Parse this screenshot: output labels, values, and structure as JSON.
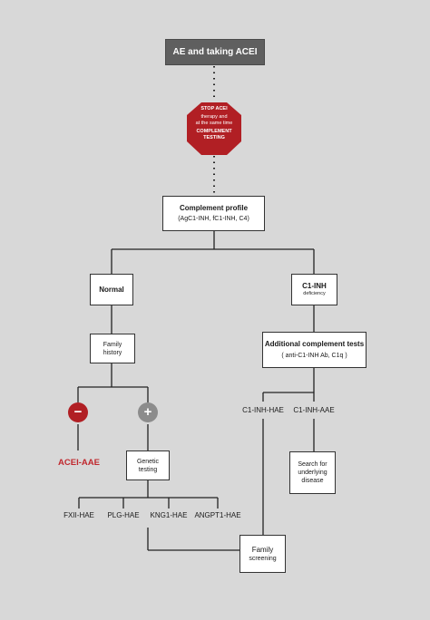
{
  "colors": {
    "background": "#d8d8d8",
    "header_fill": "#5f5f5f",
    "stop_octagon": "#b11f24",
    "minus_circle": "#b11f24",
    "plus_circle": "#8c8c8c",
    "acei_aae_text": "#c0272d",
    "line": "#222222"
  },
  "header": {
    "label": "AE and taking ACEI"
  },
  "stop_sign": {
    "icon": "octagon-stop-icon",
    "line1": "STOP ACEI",
    "line2": "therapy and",
    "line3": "at the same time",
    "line4": "COMPLEMENT",
    "line5": "TESTING"
  },
  "complement_profile": {
    "title": "Complement profile",
    "subtitle": "(AgC1-INH, fC1-INH, C4)"
  },
  "normal": {
    "label": "Normal"
  },
  "c1inh": {
    "title": "C1-INH",
    "subtitle": "deficiency"
  },
  "family_history": {
    "line1": "Family",
    "line2": "history"
  },
  "additional_tests": {
    "title": "Additional complement tests",
    "subtitle": "( anti-C1-INH Ab, C1q )"
  },
  "minus_symbol": "−",
  "plus_symbol": "+",
  "acei_aae": "ACEI-AAE",
  "genetic_testing": {
    "line1": "Genetic",
    "line2": "testing"
  },
  "c1inh_hae": "C1-INH-HAE",
  "c1inh_aae": "C1-INH-AAE",
  "search_disease": {
    "line1": "Search for",
    "line2": "underlying",
    "line3": "disease"
  },
  "genes": [
    "FXII-HAE",
    "PLG-HAE",
    "KNG1-HAE",
    "ANGPT1-HAE"
  ],
  "family_screening": {
    "line1": "Family",
    "line2": "screening"
  }
}
